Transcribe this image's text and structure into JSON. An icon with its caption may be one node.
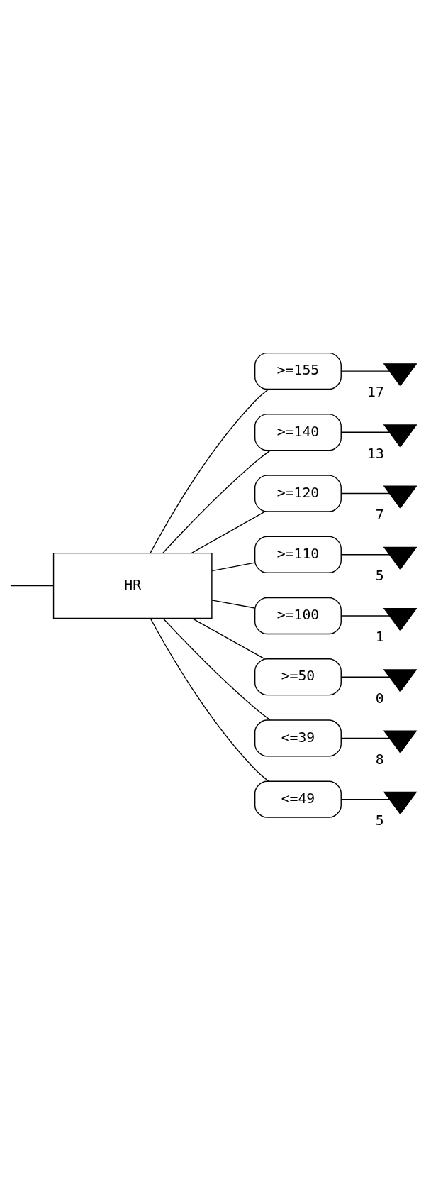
{
  "diagram": {
    "nodes": [
      {
        "text": [
          "HR"
        ]
      },
      {
        "text": [
          ">=155"
        ]
      },
      {
        "text": [],
        "shape": "triangle",
        "beside": [
          "17"
        ]
      },
      {
        "text": [
          ">=140"
        ]
      },
      {
        "text": [],
        "shape": "triangle",
        "beside": [
          "13"
        ]
      },
      {
        "text": [
          ">=120"
        ]
      },
      {
        "text": [],
        "shape": "triangle",
        "beside": [
          "7"
        ]
      },
      {
        "text": [
          ">=110"
        ]
      },
      {
        "text": [],
        "shape": "triangle",
        "beside": [
          "5"
        ]
      },
      {
        "text": [
          ">=100"
        ]
      },
      {
        "text": [],
        "shape": "triangle",
        "beside": [
          "1"
        ]
      },
      {
        "text": [
          ">=50"
        ]
      },
      {
        "text": [],
        "shape": "triangle",
        "beside": [
          "0"
        ]
      },
      {
        "text": [
          "<=39"
        ]
      },
      {
        "text": [],
        "shape": "triangle",
        "beside": [
          "8"
        ]
      },
      {
        "text": [
          "<=49"
        ]
      },
      {
        "text": [],
        "shape": "triangle",
        "beside": [
          "5"
        ]
      }
    ],
    "edges": [
      {
        "from": null,
        "to": 0,
        "arrow": "none"
      },
      {
        "from": 0,
        "to": 1,
        "arrow": "none"
      },
      {
        "from": 1,
        "to": 2,
        "arrow": "none"
      },
      {
        "from": 0,
        "to": 3,
        "arrow": "none"
      },
      {
        "from": 3,
        "to": 4,
        "arrow": "none"
      },
      {
        "from": 0,
        "to": 5,
        "arrow": "none"
      },
      {
        "from": 5,
        "to": 6,
        "arrow": "none"
      },
      {
        "from": 0,
        "to": 7,
        "arrow": "none"
      },
      {
        "from": 7,
        "to": 8,
        "arrow": "none"
      },
      {
        "from": 0,
        "to": 9,
        "arrow": "none"
      },
      {
        "from": 9,
        "to": 10,
        "arrow": "none"
      },
      {
        "from": 0,
        "to": 11,
        "arrow": "none"
      },
      {
        "from": 11,
        "to": 12,
        "arrow": "none"
      },
      {
        "from": 0,
        "to": 13,
        "arrow": "none"
      },
      {
        "from": 13,
        "to": 14,
        "arrow": "none"
      },
      {
        "from": 0,
        "to": 15,
        "arrow": "none"
      },
      {
        "from": 15,
        "to": 16,
        "arrow": "none"
      }
    ]
  }
}
